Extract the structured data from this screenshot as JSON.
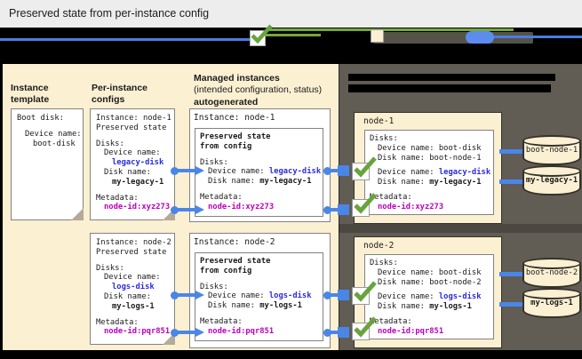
{
  "title": "Preserved state from per-instance config",
  "columns": {
    "instance_template": "Instance template",
    "per_instance_configs": "Per-instance configs",
    "managed_line1": "Managed instances",
    "managed_line2": "(intended configuration, status)",
    "managed_line3": "autogenerated"
  },
  "template_box": {
    "boot_disk": "Boot disk:",
    "device_label": "Device name:",
    "device_value": "boot-disk"
  },
  "per_instance": [
    {
      "instance": "Instance: node-1",
      "preserved": "Preserved state",
      "disks": "Disks:",
      "device_label": "Device name:",
      "device_value": "legacy-disk",
      "disk_label": "Disk name:",
      "disk_value": "my-legacy-1",
      "meta_label": "Metadata:",
      "meta_value": "node-id:xyz273"
    },
    {
      "instance": "Instance: node-2",
      "preserved": "Preserved state",
      "disks": "Disks:",
      "device_label": "Device name:",
      "device_value": "logs-disk",
      "disk_label": "Disk name:",
      "disk_value": "my-logs-1",
      "meta_label": "Metadata:",
      "meta_value": "node-id:pqr851"
    }
  ],
  "managed": [
    {
      "header": "Instance: node-1",
      "preserved1": "Preserved state",
      "preserved2": "from config",
      "disks": "Disks:",
      "device_label": "Device name: ",
      "device_value": "legacy-disk",
      "disk_label": "Disk name: ",
      "disk_value": "my-legacy-1",
      "meta_label": "Metadata:",
      "meta_value": "node-id:xyz273"
    },
    {
      "header": "Instance: node-2",
      "preserved1": "Preserved state",
      "preserved2": "from config",
      "disks": "Disks:",
      "device_label": "Device name: ",
      "device_value": "logs-disk",
      "disk_label": "Disk name: ",
      "disk_value": "my-logs-1",
      "meta_label": "Metadata:",
      "meta_value": "node-id:pqr851"
    }
  ],
  "vms": [
    {
      "name": "node-1",
      "disks": "Disks:",
      "boot_device_label": "Device name: ",
      "boot_device": "boot-disk",
      "boot_disk_label": "Disk name: ",
      "boot_disk": "boot-node-1",
      "state_device_label": "Device name: ",
      "state_device": "legacy-disk",
      "state_disk_label": "Disk name: ",
      "state_disk": "my-legacy-1",
      "meta_label": "Metadata:",
      "meta_value": "node-id:xyz273",
      "cyl_boot": "boot-node-1",
      "cyl_state": "my-legacy-1"
    },
    {
      "name": "node-2",
      "disks": "Disks:",
      "boot_device_label": "Device name: ",
      "boot_device": "boot-disk",
      "boot_disk_label": "Disk name: ",
      "boot_disk": "boot-node-2",
      "state_device_label": "Device name: ",
      "state_device": "logs-disk",
      "state_disk_label": "Disk name: ",
      "state_disk": "my-logs-1",
      "meta_label": "Metadata:",
      "meta_value": "node-id:pqr851",
      "cyl_boot": "boot-node-2",
      "cyl_state": "my-logs-1"
    }
  ],
  "colors": {
    "panel_cream": "#fbf0d2",
    "panel_dark": "#615c54",
    "connector_blue": "#4a86e8",
    "device_name_blue": "#2b2bdf",
    "metadata_magenta": "#bd00bd",
    "check_green": "#69a33d",
    "titlebar_gray": "#ededed",
    "legend_black": "#000000"
  }
}
